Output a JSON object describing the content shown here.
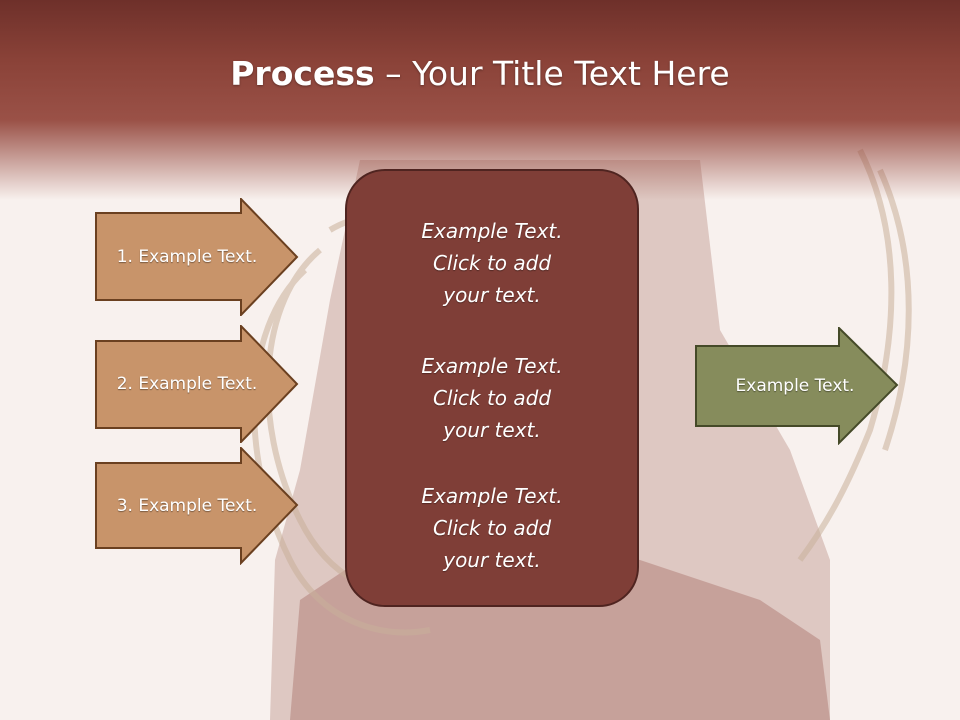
{
  "title": {
    "bold": "Process",
    "rest": " – Your Title Text Here"
  },
  "left_arrows": [
    {
      "label": "1. Example Text."
    },
    {
      "label": "2. Example Text."
    },
    {
      "label": "3. Example Text."
    }
  ],
  "center_blocks": [
    {
      "line1": "Example Text.",
      "line2": "Click  to add",
      "line3": "your text."
    },
    {
      "line1": "Example Text.",
      "line2": "Click  to add",
      "line3": "your text."
    },
    {
      "line1": "Example Text.",
      "line2": "Click  to add",
      "line3": "your text."
    }
  ],
  "right_arrow": {
    "label": "Example Text."
  },
  "colors": {
    "title_band": "#8a4238",
    "left_arrow_fill": "#c8946a",
    "center_box_fill": "#7f3e37",
    "right_arrow_fill": "#868c5c"
  }
}
